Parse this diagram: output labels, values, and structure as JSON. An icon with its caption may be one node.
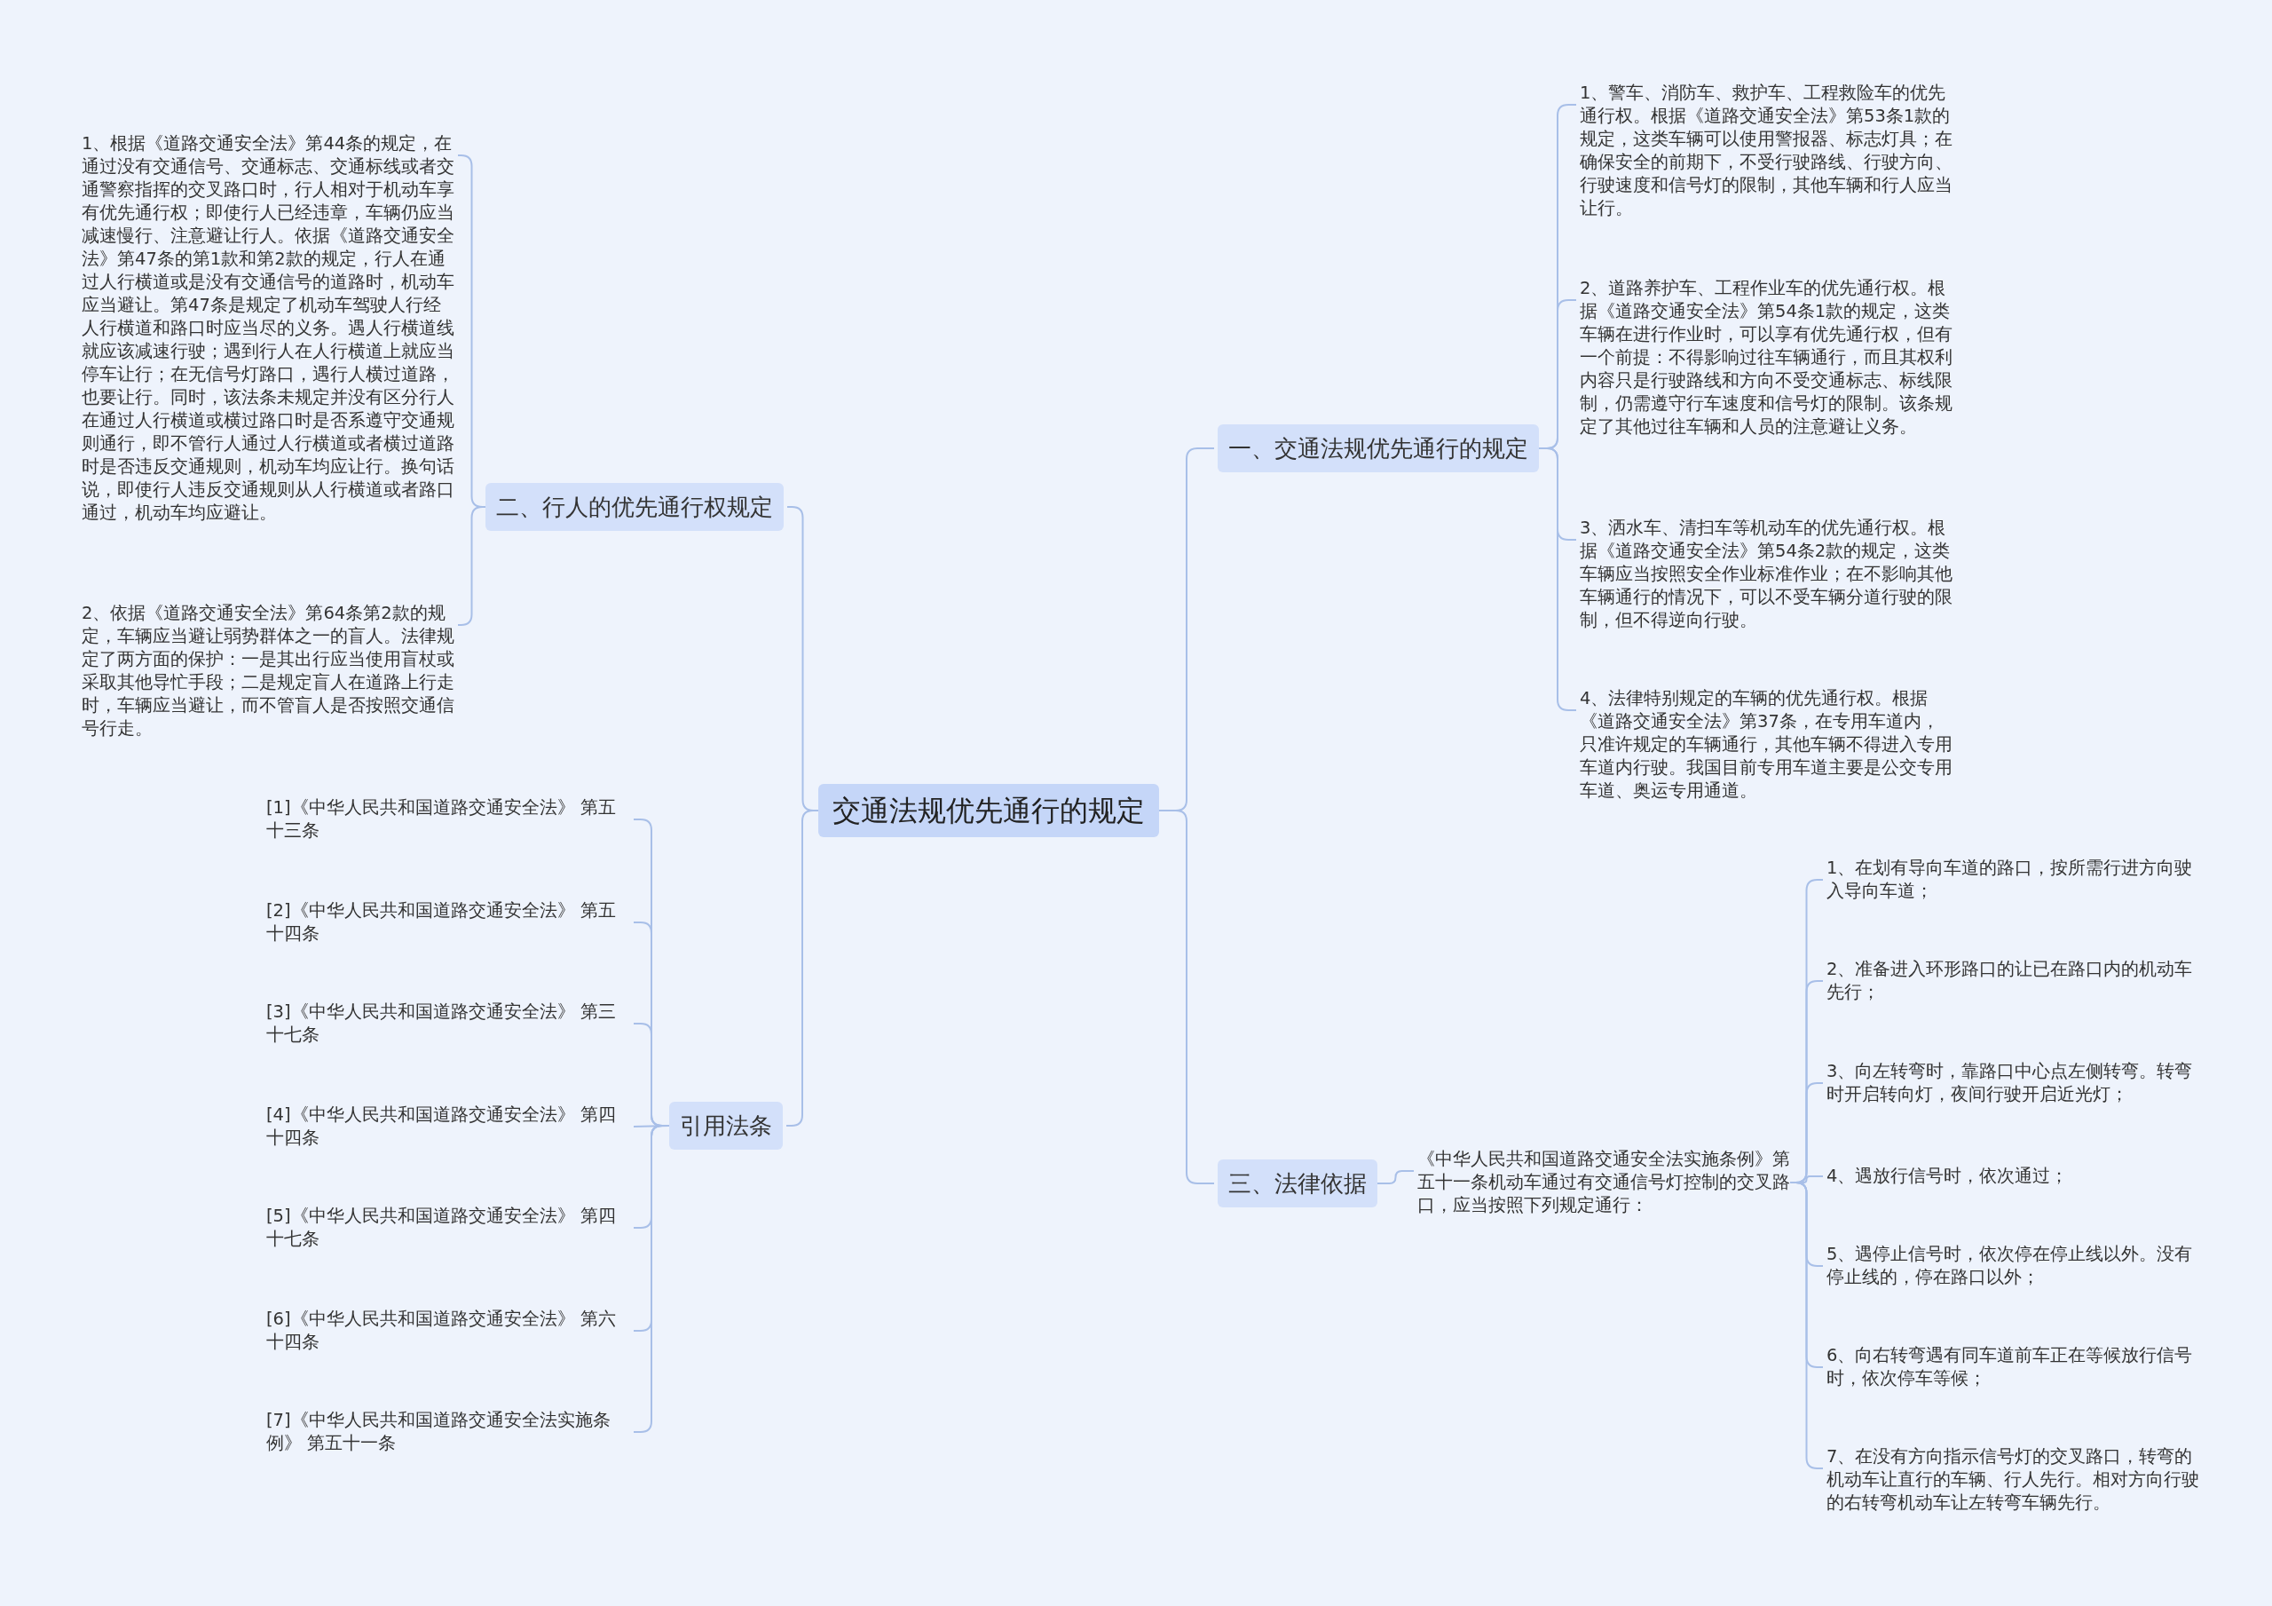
{
  "diagram": {
    "nodes": [
      {
        "text": [
          "交通法规优先通行的规定"
        ]
      },
      {
        "text": [
          "一、交通法规优先通行的规定"
        ]
      },
      {
        "text": [
          "1、警车、消防车、救护车、工程救险车的优先通行权。根据《道路交通安全法》第53条1款的规定，这类车辆可以使用警报器、标志灯具；在确保安全的前期下，不受行驶路线、行驶方向、行驶速度和信号灯的限制，其他车辆和行人应当让行。"
        ]
      },
      {
        "text": [
          "2、道路养护车、工程作业车的优先通行权。根据《道路交通安全法》第54条1款的规定，这类车辆在进行作业时，可以享有优先通行权，但有一个前提：不得影响过往车辆通行，而且其权利内容只是行驶路线和方向不受交通标志、标线限制，仍需遵守行车速度和信号灯的限制。该条规定了其他过往车辆和人员的注意避让义务。"
        ]
      },
      {
        "text": [
          "3、洒水车、清扫车等机动车的优先通行权。根据《道路交通安全法》第54条2款的规定，这类车辆应当按照安全作业标准作业；在不影响其他车辆通行的情况下，可以不受车辆分道行驶的限制，但不得逆向行驶。"
        ]
      },
      {
        "text": [
          "4、法律特别规定的车辆的优先通行权。根据《道路交通安全法》第37条，在专用车道内，只准许规定的车辆通行，其他车辆不得进入专用车道内行驶。我国目前专用车道主要是公交专用车道、奥运专用通道。"
        ]
      },
      {
        "text": [
          "三、法律依据"
        ]
      },
      {
        "text": [
          "《中华人民共和国道路交通安全法实施条例》第五十一条机动车通过有交通信号灯控制的交叉路口，应当按照下列规定通行："
        ]
      },
      {
        "text": [
          "1、在划有导向车道的路口，按所需行进方向驶入导向车道；"
        ]
      },
      {
        "text": [
          "2、准备进入环形路口的让已在路口内的机动车先行；"
        ]
      },
      {
        "text": [
          "3、向左转弯时，靠路口中心点左侧转弯。转弯时开启转向灯，夜间行驶开启近光灯；"
        ]
      },
      {
        "text": [
          "4、遇放行信号时，依次通过；"
        ]
      },
      {
        "text": [
          "5、遇停止信号时，依次停在停止线以外。没有停止线的，停在路口以外；"
        ]
      },
      {
        "text": [
          "6、向右转弯遇有同车道前车正在等候放行信号时，依次停车等候；"
        ]
      },
      {
        "text": [
          "7、在没有方向指示信号灯的交叉路口，转弯的机动车让直行的车辆、行人先行。相对方向行驶的右转弯机动车让左转弯车辆先行。"
        ]
      },
      {
        "text": [
          "二、行人的优先通行权规定"
        ]
      },
      {
        "text": [
          "1、根据《道路交通安全法》第44条的规定，在通过没有交通信号、交通标志、交通标线或者交通警察指挥的交叉路口时，行人相对于机动车享有优先通行权；即使行人已经违章，车辆仍应当减速慢行、注意避让行人。依据《道路交通安全法》第47条的第1款和第2款的规定，行人在通过人行横道或是没有交通信号的道路时，机动车应当避让。第47条是规定了机动车驾驶人行经人行横道和路口时应当尽的义务。遇人行横道线就应该减速行驶；遇到行人在人行横道上就应当停车让行；在无信号灯路口，遇行人横过道路，也要让行。同时，该法条未规定并没有区分行人在通过人行横道或横过路口时是否系遵守交通规则通行，即不管行人通过人行横道或者横过道路时是否违反交通规则，机动车均应让行。换句话说，即使行人违反交通规则从人行横道或者路口通过，机动车均应避让。"
        ]
      },
      {
        "text": [
          "2、依据《道路交通安全法》第64条第2款的规定，车辆应当避让弱势群体之一的盲人。法律规定了两方面的保护：一是其出行应当使用盲杖或采取其他导忙手段；二是规定盲人在道路上行走时，车辆应当避让，而不管盲人是否按照交通信号行走。"
        ]
      },
      {
        "text": [
          "引用法条"
        ]
      },
      {
        "text": [
          "[1]《中华人民共和国道路交通安全法》 第五十三条"
        ]
      },
      {
        "text": [
          "[2]《中华人民共和国道路交通安全法》 第五十四条"
        ]
      },
      {
        "text": [
          "[3]《中华人民共和国道路交通安全法》 第三十七条"
        ]
      },
      {
        "text": [
          "[4]《中华人民共和国道路交通安全法》 第四十四条"
        ]
      },
      {
        "text": [
          "[5]《中华人民共和国道路交通安全法》 第四十七条"
        ]
      },
      {
        "text": [
          "[6]《中华人民共和国道路交通安全法》 第六十四条"
        ]
      },
      {
        "text": [
          "[7]《中华人民共和国道路交通安全法实施条例》 第五十一条"
        ]
      }
    ],
    "edges": [
      {
        "from": 0,
        "to": 1,
        "arrow": "none"
      },
      {
        "from": 1,
        "to": 2,
        "arrow": "none"
      },
      {
        "from": 1,
        "to": 3,
        "arrow": "none"
      },
      {
        "from": 1,
        "to": 4,
        "arrow": "none"
      },
      {
        "from": 1,
        "to": 5,
        "arrow": "none"
      },
      {
        "from": 0,
        "to": 6,
        "arrow": "none"
      },
      {
        "from": 6,
        "to": 7,
        "arrow": "none"
      },
      {
        "from": 7,
        "to": 8,
        "arrow": "none"
      },
      {
        "from": 7,
        "to": 9,
        "arrow": "none"
      },
      {
        "from": 7,
        "to": 10,
        "arrow": "none"
      },
      {
        "from": 7,
        "to": 11,
        "arrow": "none"
      },
      {
        "from": 7,
        "to": 12,
        "arrow": "none"
      },
      {
        "from": 7,
        "to": 13,
        "arrow": "none"
      },
      {
        "from": 7,
        "to": 14,
        "arrow": "none"
      },
      {
        "from": 0,
        "to": 15,
        "arrow": "none"
      },
      {
        "from": 15,
        "to": 16,
        "arrow": "none"
      },
      {
        "from": 15,
        "to": 17,
        "arrow": "none"
      },
      {
        "from": 0,
        "to": 18,
        "arrow": "none"
      },
      {
        "from": 18,
        "to": 19,
        "arrow": "none"
      },
      {
        "from": 18,
        "to": 20,
        "arrow": "none"
      },
      {
        "from": 18,
        "to": 21,
        "arrow": "none"
      },
      {
        "from": 18,
        "to": 22,
        "arrow": "none"
      },
      {
        "from": 18,
        "to": 23,
        "arrow": "none"
      },
      {
        "from": 18,
        "to": 24,
        "arrow": "none"
      },
      {
        "from": 18,
        "to": 25,
        "arrow": "none"
      }
    ]
  }
}
